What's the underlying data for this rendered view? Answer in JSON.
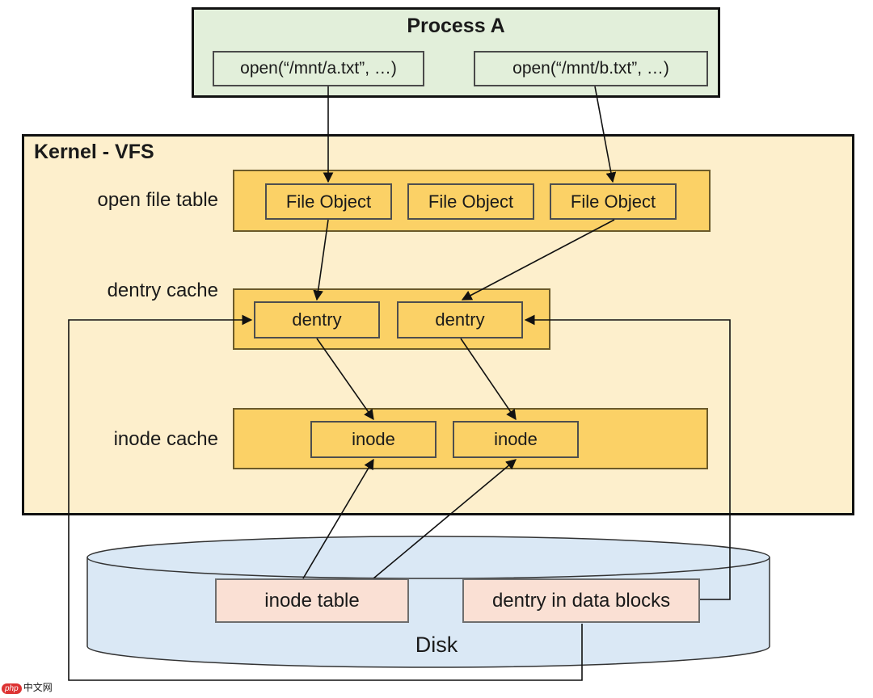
{
  "process": {
    "title": "Process A",
    "calls": [
      "open(“/mnt/a.txt”, …)",
      "open(“/mnt/b.txt”, …)"
    ]
  },
  "kernel": {
    "title": "Kernel - VFS",
    "rows": {
      "open_file_table": "open file table",
      "dentry_cache": "dentry cache",
      "inode_cache": "inode cache"
    },
    "file_objects": [
      "File Object",
      "File Object",
      "File Object"
    ],
    "dentries": [
      "dentry",
      "dentry"
    ],
    "inodes": [
      "inode",
      "inode"
    ]
  },
  "disk": {
    "label": "Disk",
    "inode_table": "inode table",
    "dentry_blocks": "dentry in data blocks"
  },
  "watermark": {
    "badge": "php",
    "text": "中文网"
  },
  "colors": {
    "process_fill": "#e2efda",
    "kernel_fill": "#fdefcc",
    "cache_fill": "#fbd166",
    "disk_fill": "#dae8f5",
    "disk_item_fill": "#fae0d4"
  }
}
